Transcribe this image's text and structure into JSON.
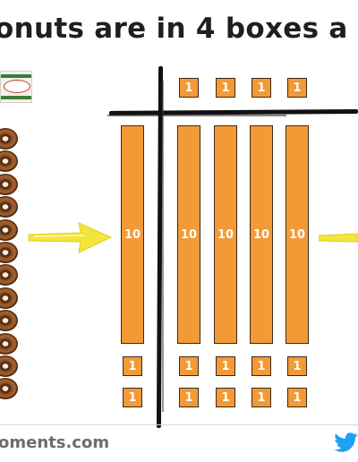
{
  "slide": {
    "title": "onuts are in 4 boxes a",
    "footer": "oments.com"
  },
  "columns": {
    "tens": {
      "label": "10",
      "count": 5
    },
    "top_ones": {
      "label": "1",
      "count": 4
    },
    "middle_ones": {
      "label": "1",
      "count": 5
    },
    "bottom_ones": {
      "label": "1",
      "count": 5
    }
  },
  "donut_count": 12,
  "icons": {
    "box": "donut-box-icon",
    "donut": "donut-icon",
    "arrow": "yellow-arrow-icon",
    "social": "twitter-bird-icon"
  },
  "colors": {
    "block": "#f39a37",
    "arrow": "#f2e53b",
    "title": "#1f1f1f",
    "twitter": "#1da1f2"
  }
}
